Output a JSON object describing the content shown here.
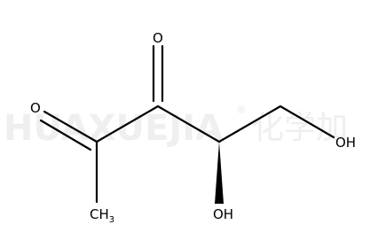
{
  "watermark": {
    "latin": "HUAXUEJIA",
    "registered": "®",
    "chinese": "化学加"
  },
  "atoms": {
    "o_left": "O",
    "o_top": "O",
    "ch3_main": "CH",
    "ch3_sub": "3",
    "oh_right": "OH",
    "oh_bottom": "OH"
  }
}
